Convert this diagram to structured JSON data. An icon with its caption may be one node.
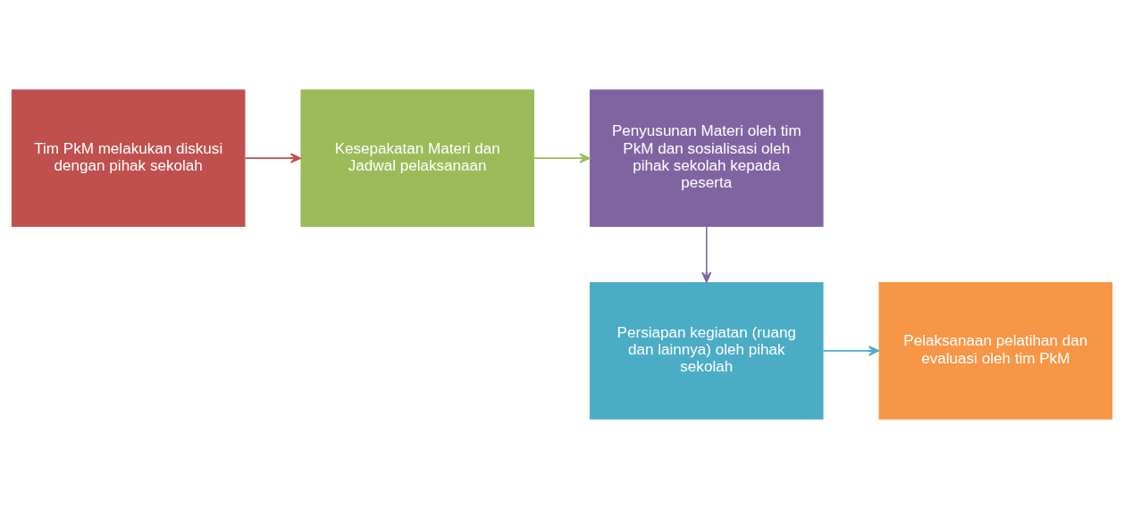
{
  "diagram": {
    "nodes": [
      {
        "text": [
          "Tim PkM melakukan diskusi dengan pihak sekolah"
        ]
      },
      {
        "text": [
          "Kesepakatan Materi dan Jadwal pelaksanaan"
        ]
      },
      {
        "text": [
          "Penyusunan Materi oleh tim PkM dan sosialisasi oleh pihak sekolah kepada peserta"
        ]
      },
      {
        "text": [
          "Persiapan kegiatan (ruang dan lainnya) oleh pihak sekolah"
        ]
      },
      {
        "text": [
          "Pelaksanaan pelatihan dan evaluasi oleh tim PkM"
        ]
      }
    ],
    "edges": [
      {
        "from": 0,
        "to": 1,
        "arrow": "to",
        "color": "#c0504d"
      },
      {
        "from": 1,
        "to": 2,
        "arrow": "to",
        "color": "#9bbb59"
      },
      {
        "from": 2,
        "to": 3,
        "arrow": "to",
        "color": "#8064a2"
      },
      {
        "from": 3,
        "to": 4,
        "arrow": "to",
        "color": "#4bacc6"
      }
    ]
  }
}
